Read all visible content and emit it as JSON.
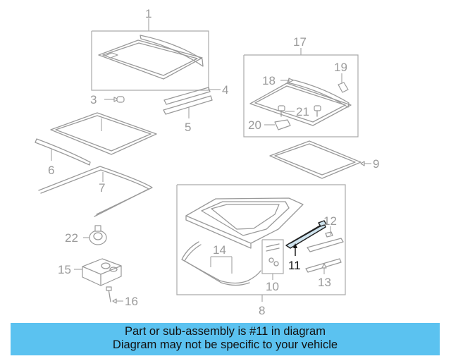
{
  "callouts": {
    "c1": "1",
    "c3": "3",
    "c4": "4",
    "c5": "5",
    "c6": "6",
    "c7": "7",
    "c8": "8",
    "c9": "9",
    "c10": "10",
    "c11": "11",
    "c12": "12",
    "c13": "13",
    "c14": "14",
    "c15": "15",
    "c16": "16",
    "c17": "17",
    "c18": "18",
    "c19": "19",
    "c20": "20",
    "c21": "21",
    "c22": "22"
  },
  "highlighted_part": "11",
  "colors": {
    "banner": "#5bc2f0",
    "line_art": "#9a9a9a",
    "highlight_outline": "#222222",
    "highlight_fill": "#cfe3ee"
  },
  "banner": {
    "line1": "Part or sub-assembly is #11 in diagram",
    "line2": "Diagram may not be specific to your vehicle"
  }
}
